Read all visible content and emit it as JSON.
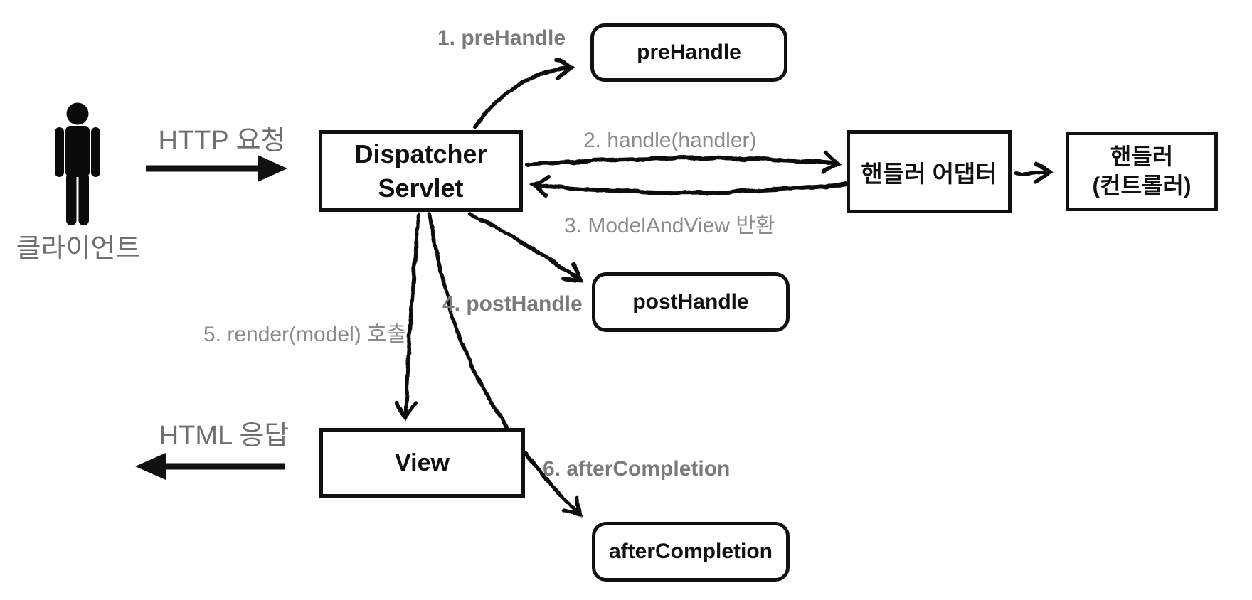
{
  "diagram": {
    "labels": {
      "client": "클라이언트",
      "http_request": "HTTP 요청",
      "html_response": "HTML 응답"
    },
    "boxes": {
      "dispatcher_line1": "Dispatcher",
      "dispatcher_line2": "Servlet",
      "prehandle": "preHandle",
      "posthandle": "postHandle",
      "aftercompletion": "afterCompletion",
      "handler_adapter": "핸들러 어댑터",
      "handler_line1": "핸들러",
      "handler_line2": "(컨트롤러)",
      "view": "View"
    },
    "steps": {
      "step1": "1. preHandle",
      "step2": "2. handle(handler)",
      "step3": "3. ModelAndView 반환",
      "step4": "4. postHandle",
      "step5": "5. render(model) 호출",
      "step6": "6. afterCompletion"
    },
    "colors": {
      "ink": "#111111",
      "gray_label": "#6f6f6f",
      "gray_step": "#8a8a8a",
      "gray_step_bold": "#7a7a7a",
      "background": "#ffffff"
    }
  }
}
